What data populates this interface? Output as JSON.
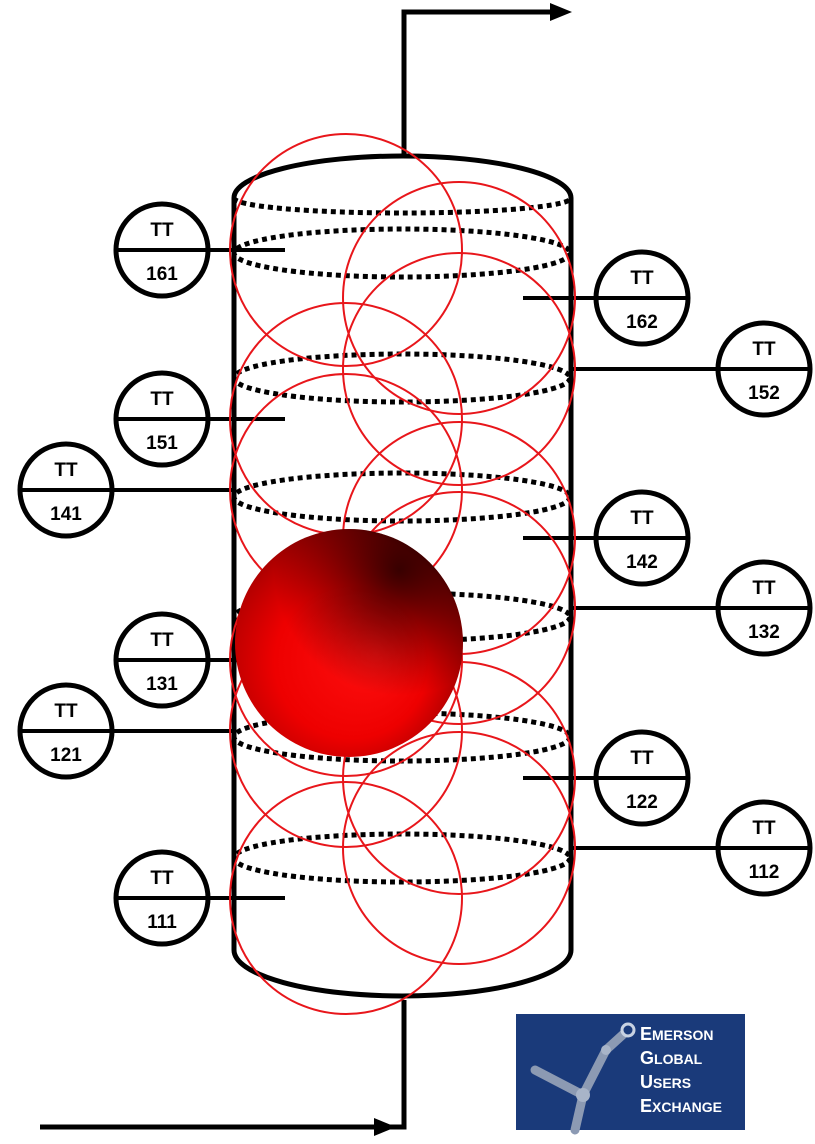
{
  "transmitters": [
    {
      "tag": "TT",
      "number": "161"
    },
    {
      "tag": "TT",
      "number": "162"
    },
    {
      "tag": "TT",
      "number": "152"
    },
    {
      "tag": "TT",
      "number": "151"
    },
    {
      "tag": "TT",
      "number": "141"
    },
    {
      "tag": "TT",
      "number": "142"
    },
    {
      "tag": "TT",
      "number": "132"
    },
    {
      "tag": "TT",
      "number": "131"
    },
    {
      "tag": "TT",
      "number": "121"
    },
    {
      "tag": "TT",
      "number": "122"
    },
    {
      "tag": "TT",
      "number": "112"
    },
    {
      "tag": "TT",
      "number": "111"
    }
  ],
  "logo": {
    "line1_cap": "E",
    "line1_rest": "MERSON",
    "line2_cap": "G",
    "line2_rest": "LOBAL",
    "line3_cap": "U",
    "line3_rest": "SERS",
    "line4_cap": "E",
    "line4_rest": "XCHANGE",
    "background_color": "#1a3a7a"
  },
  "colors": {
    "outline": "#000000",
    "coverage_circle": "#e8161b",
    "sphere": "#ff0000"
  }
}
